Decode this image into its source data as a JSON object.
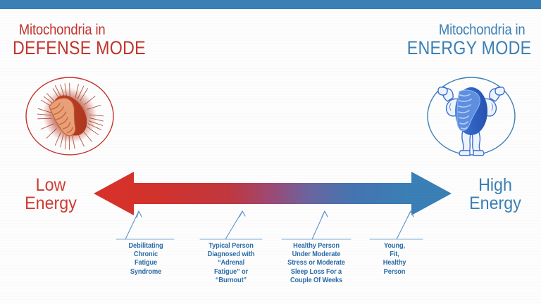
{
  "theme": {
    "accent_blue": "#3a7fb5",
    "accent_red": "#c1342c",
    "callout_blue": "#2a6ca8",
    "background": "#fdfdfd",
    "gradient_start": "#d8322a",
    "gradient_end": "#3a7fb5"
  },
  "headers": {
    "left": {
      "line1": "Mitochondria in",
      "line2": "DEFENSE MODE",
      "color": "#c1342c"
    },
    "right": {
      "line1": "Mitochondria in",
      "line2": "ENERGY MODE",
      "color": "#3a7fb5"
    }
  },
  "illustrations": {
    "left": {
      "icon": "spiky-mitochondrion-icon",
      "color": "#c1432e"
    },
    "right": {
      "icon": "flexing-muscular-mitochondrion-icon",
      "color": "#2f62c4"
    }
  },
  "scale": {
    "low": {
      "line1": "Low",
      "line2": "Energy",
      "color": "#cf3b32"
    },
    "high": {
      "line1": "High",
      "line2": "Energy",
      "color": "#3a7fb5"
    }
  },
  "callouts": [
    {
      "id": "debilitating-chronic-fatigue-syndrome",
      "lines": [
        "Debilitating",
        "Chronic",
        "Fatigue",
        "Syndrome"
      ]
    },
    {
      "id": "adrenal-fatigue-burnout",
      "lines": [
        "Typical Person",
        "Diagnosed with",
        "“Adrenal",
        "Fatigue” or",
        "“Burnout”"
      ]
    },
    {
      "id": "healthy-person-moderate-stress",
      "lines": [
        "Healthy Person",
        "Under Moderate",
        "Stress or Moderate",
        "Sleep Loss For a",
        "Couple Of Weeks"
      ]
    },
    {
      "id": "young-fit-healthy-person",
      "lines": [
        "Young,",
        "Fit,",
        "Healthy",
        "Person"
      ]
    }
  ]
}
